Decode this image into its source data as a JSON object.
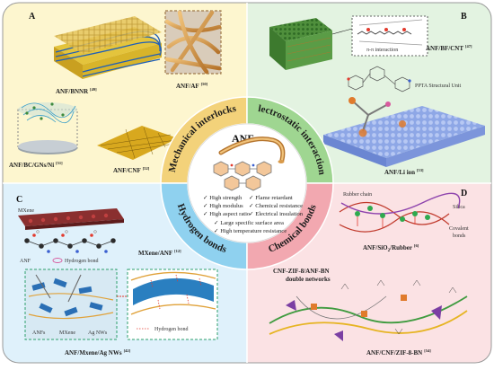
{
  "center": {
    "title": "ANF",
    "properties_left": [
      "High strength",
      "High modulus",
      "High aspect ratio"
    ],
    "properties_right": [
      "Flame retardant",
      "Chemical resistance",
      "Electrical insulation"
    ],
    "properties_bottom": [
      "Large specific surface area",
      "High temperature resistance"
    ],
    "check_symbol": "✓"
  },
  "ring_labels": {
    "mechanical": "Mechanical interlocks",
    "electrostatic": "Electrostatic interactions",
    "hydrogen": "Hydrogen bonds",
    "chemical": "Chemical bonds"
  },
  "panels": {
    "a": {
      "letter": "A",
      "captions": {
        "bnnr": "ANF/BNNR",
        "bnnr_ref": "[49]",
        "af": "ANF/AF",
        "af_ref": "[50]",
        "bc": "ANF/BC/GNs/Ni",
        "bc_ref": "[51]",
        "cnf": "ANF/CNF",
        "cnf_ref": "[52]"
      }
    },
    "b": {
      "letter": "B",
      "captions": {
        "bf": "ANF/BF/CNT",
        "bf_ref": "[47]",
        "li": "ANF/Li ion",
        "li_ref": "[53]"
      },
      "labels": {
        "pi": "π-π interaction",
        "ppta": "PPTA Structural Unit"
      }
    },
    "c": {
      "letter": "C",
      "captions": {
        "mxene": "MXene/ANF",
        "mxene_ref": "[12]",
        "agnw": "ANF/Mxene/Ag NWs",
        "agnw_ref": "[42]"
      },
      "labels": {
        "mxene_top": "MXene",
        "anf": "ANF",
        "hbond": "Hydrogen bond",
        "anfs": "ANFs",
        "mxene_small": "MXene",
        "agnws": "Ag NWs",
        "hbond2": "Hydrogen bond"
      }
    },
    "d": {
      "letter": "D",
      "captions": {
        "rubber": "ANF/SiO",
        "rubber_sub": "2",
        "rubber_tail": "/Rubber",
        "rubber_ref": "[6]",
        "double_1": "CNF-ZIF-8/ANF-BN",
        "double_2": "double networks",
        "zif": "ANF/CNF/ZIF-8-BN",
        "zif_ref": "[54]"
      },
      "labels": {
        "rubber_chain": "Rubber chain",
        "silica": "Silica",
        "covalent_1": "Covalent",
        "covalent_2": "bonds"
      }
    }
  },
  "colors": {
    "quad_a": "#fdf6cf",
    "quad_b": "#e3f3e1",
    "quad_c": "#dff1fb",
    "quad_d": "#fbe2e4",
    "ring_mech": "#f3d27a",
    "ring_elec": "#9fd691",
    "ring_hyd": "#8fd1ef",
    "ring_chem": "#f2a8b0",
    "anf_fiber": "#d99a4a",
    "silica": "#1aa3d9",
    "covalent": "#e64a3c",
    "rubber_chain": "#c0392b"
  }
}
